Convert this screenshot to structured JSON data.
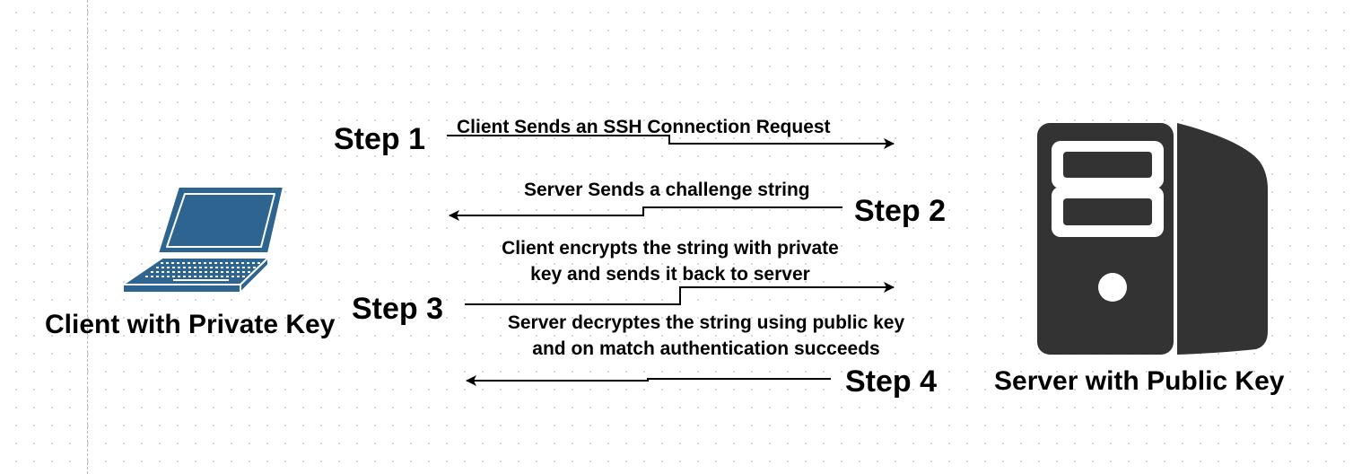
{
  "client": {
    "label": "Client with Private Key",
    "icon": "laptop-icon",
    "color": "#2d6590"
  },
  "server": {
    "label": "Server with Public Key",
    "icon": "server-tower-icon",
    "color": "#333333"
  },
  "steps": [
    {
      "label": "Step 1",
      "message": "Client Sends an SSH Connection Request",
      "direction": "client-to-server"
    },
    {
      "label": "Step 2",
      "message": "Server Sends a challenge string",
      "direction": "server-to-client"
    },
    {
      "label": "Step 3",
      "message_line1": "Client encrypts the string with private",
      "message_line2": "key and sends it back to server",
      "direction": "client-to-server"
    },
    {
      "label": "Step 4",
      "message_line1": "Server decryptes the string using public key",
      "message_line2": "and on match authentication succeeds",
      "direction": "server-to-client"
    }
  ]
}
